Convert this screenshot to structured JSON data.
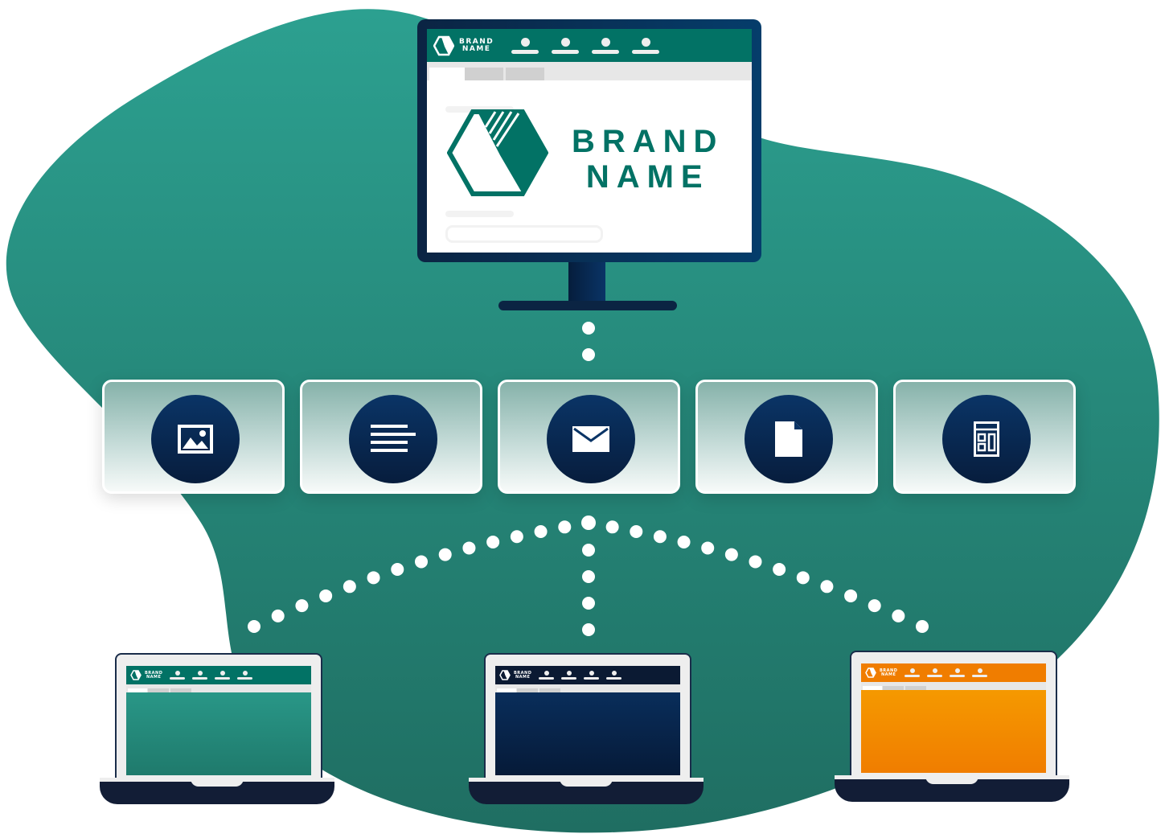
{
  "colors": {
    "blob_top": "#2ca090",
    "blob_bottom": "#1f6e62",
    "brand": "#027265",
    "navy": "#0a2a50",
    "orange": "#f28000",
    "dots": "#ffffff"
  },
  "monitor": {
    "brand_line1": "BRAND",
    "brand_line2": "NAME",
    "nav_items": 4
  },
  "cards": [
    {
      "icon": "image-icon"
    },
    {
      "icon": "text-lines-icon"
    },
    {
      "icon": "envelope-icon"
    },
    {
      "icon": "document-icon"
    },
    {
      "icon": "layout-icon"
    }
  ],
  "laptops": [
    {
      "theme": "teal",
      "header": "#027265",
      "top": "#2ca090",
      "bottom": "#1f7a6c",
      "brand_line1": "BRAND",
      "brand_line2": "NAME"
    },
    {
      "theme": "navy",
      "header": "#0b1a33",
      "top": "#0a3466",
      "bottom": "#061a38",
      "brand_line1": "BRAND",
      "brand_line2": "NAME"
    },
    {
      "theme": "orange",
      "header": "#f07d00",
      "top": "#f7a200",
      "bottom": "#f07d00",
      "brand_line1": "BRAND",
      "brand_line2": "NAME"
    }
  ]
}
